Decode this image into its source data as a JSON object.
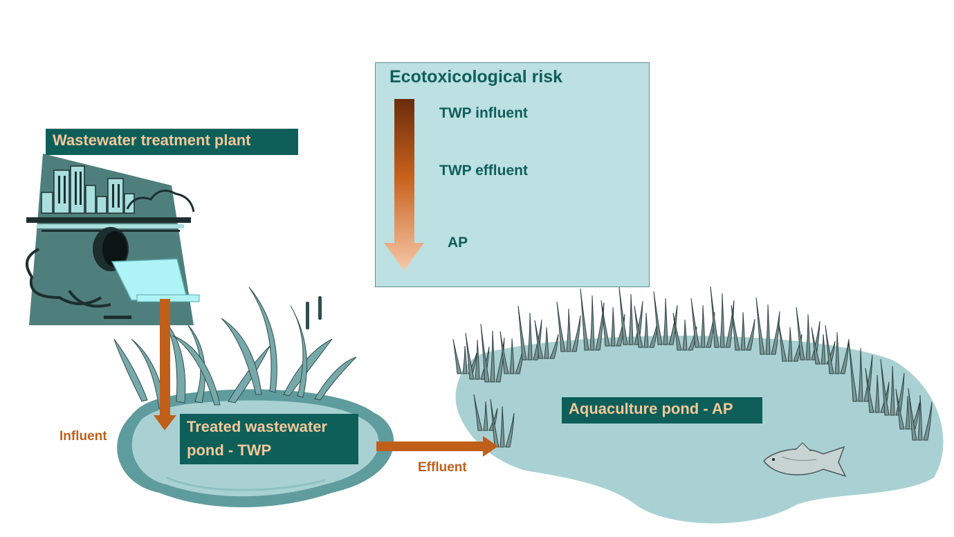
{
  "risk_panel": {
    "title": "Ecotoxicological risk",
    "levels": [
      "TWP influent",
      "TWP effluent",
      "AP"
    ]
  },
  "labels": {
    "wwtp": "Wastewater treatment plant",
    "twp_line1": "Treated wastewater",
    "twp_line2": "pond - TWP",
    "ap": "Aquaculture pond - AP",
    "influent": "Influent",
    "effluent": "Effluent"
  },
  "colors": {
    "panel_bg": "#bde0e3",
    "label_bg": "#0e5f5a",
    "label_text": "#f2c89a",
    "flow_arrow": "#c05f1a",
    "pond": "#a9d1d3",
    "pond_dark": "#5f9c9e",
    "reed": "#6b8f8f"
  },
  "icons": [
    "city-factory-icon",
    "outfall-pipe-icon",
    "reed-icon",
    "fish-icon",
    "gradient-down-arrow-icon"
  ]
}
